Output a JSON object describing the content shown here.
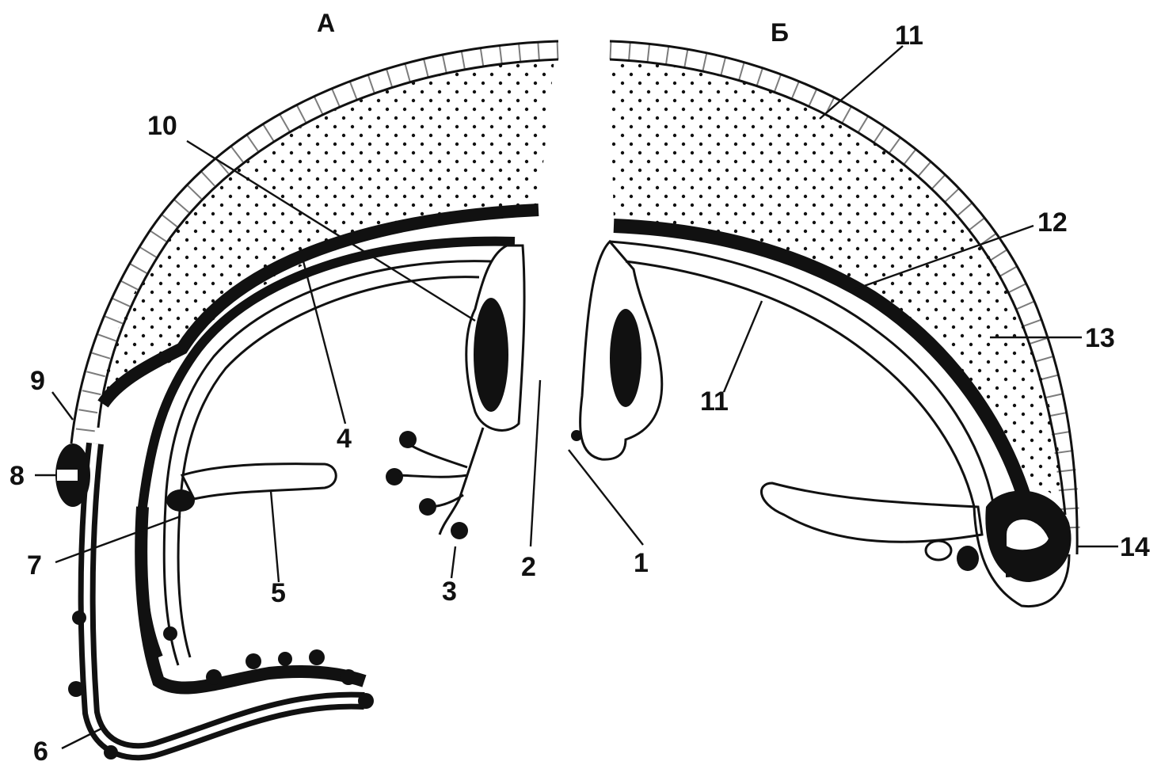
{
  "panels": [
    {
      "id": "A",
      "title": "А"
    },
    {
      "id": "B",
      "title": "Б"
    }
  ],
  "labels": {
    "n1": "1",
    "n2": "2",
    "n3": "3",
    "n4": "4",
    "n5": "5",
    "n6": "6",
    "n7": "7",
    "n8": "8",
    "n9": "9",
    "n10": "10",
    "n11_top": "11",
    "n11_mid": "11",
    "n12": "12",
    "n13": "13",
    "n14": "14"
  },
  "colors": {
    "ink": "#111111",
    "background": "#ffffff",
    "dots": "#111111"
  }
}
